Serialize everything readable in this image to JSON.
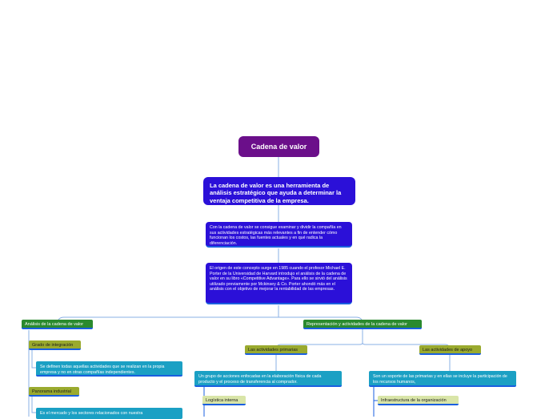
{
  "map": {
    "root": "Cadena de valor",
    "summary": "La cadena de valor es una herramienta de análisis estratégico que ayuda a determinar la ventaja competitiva de la empresa.",
    "desc1": "Con la cadena de valor se consigue examinar y dividir la compañía en sus actividades estratégicas más relevantes a fin de entender cómo funcionan los costos, las fuentes actuales y en qué radica la diferenciación.",
    "desc2": "El origen de este concepto surge en 1985 cuando el profesor Michael E. Porter de la Universidad de Harvard introdujo el análisis de la cadena de valor en su libro «Competitive Advantage». Para ello se sirvió del análisis utilizado previamente por Mckinsey & Co.  Porter ahondó más en el análisis con el objetivo de mejorar la rentabilidad de las empresas.",
    "left": {
      "title": "Análisis de la cadena de valor",
      "grado": "Grado de integración",
      "grado_desc": "Se definen  todas aquellas actividades que se realizan en la propia empresa y no en otras compañías independientes.",
      "panorama": "Panorama industrial",
      "panorama_desc": "Es el mercado y los sectores relacionados con nuestra"
    },
    "right": {
      "title": "Representación y actividades de la cadena de valor",
      "primarias": "Las actividades primarias",
      "primarias_desc": "Un grupo de acciones enfocadas en la elaboración física de cada producto y el proceso de transferencia al comprador.",
      "logistica": "Logística interna",
      "apoyo": "Las actividades de apoyo",
      "apoyo_desc": "Son un soporte de las primarias y en ellas se incluye la participación de los recursos humanos,",
      "infra": "Infraestructura de la organización"
    }
  },
  "colors": {
    "root": "#6b0f8a",
    "purple": "#2b10d8",
    "green": "#2a8a2e",
    "olive": "#9aaa2e",
    "pale": "#d9e5a8",
    "teal": "#1ba0c4",
    "underline": "#1a5fe0",
    "connector": "#8ab0e6"
  }
}
